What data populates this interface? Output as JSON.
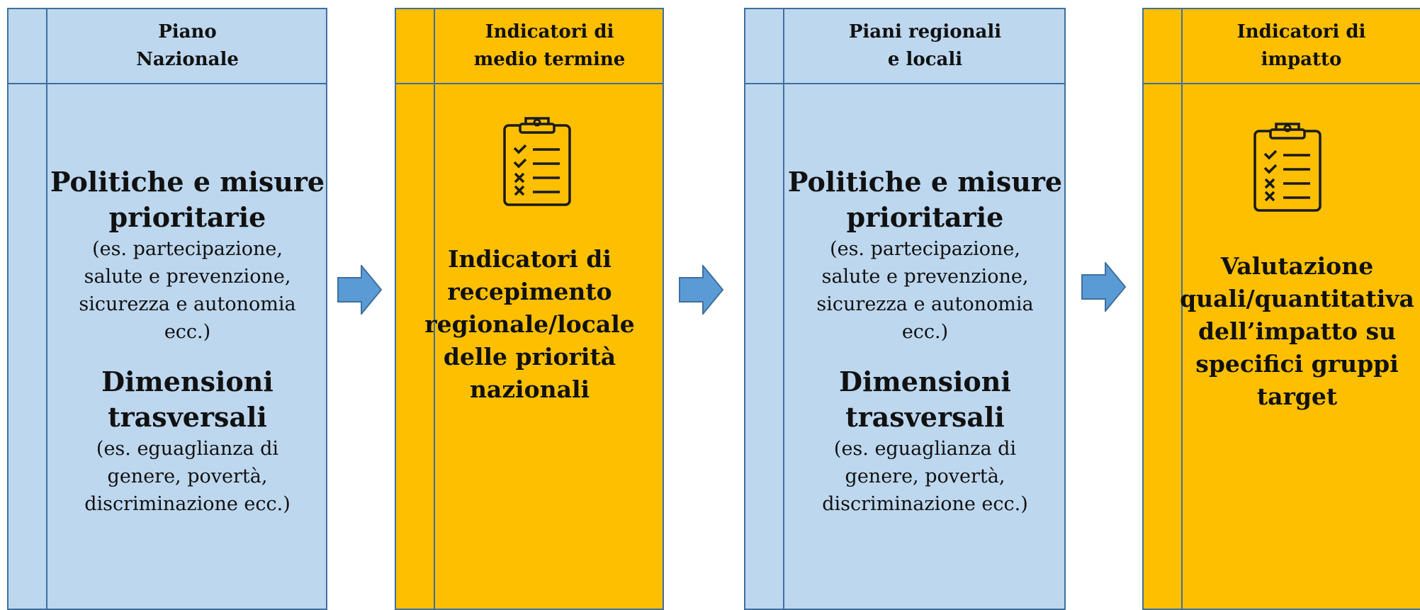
{
  "columns": [
    {
      "header": "Piano\nNazionale",
      "section1_title": "Politiche e misure\nprioritarie",
      "section1_desc": "(es. partecipazione,\nsalute e prevenzione,\nsicurezza e autonomia\necc.)",
      "section2_title": "Dimensioni\ntrasversali",
      "section2_desc": "(es. eguaglianza di\ngenere, povertà,\ndiscriminazione ecc.)"
    },
    {
      "header": "Indicatori di\nmedio termine",
      "icon": "checklist-clipboard-icon",
      "text": "Indicatori di\nrecepimento\nregionale/locale\ndelle priorità\nnazionali"
    },
    {
      "header": "Piani regionali\ne locali",
      "section1_title": "Politiche e misure\nprioritarie",
      "section1_desc": "(es. partecipazione,\nsalute e prevenzione,\nsicurezza e autonomia\necc.)",
      "section2_title": "Dimensioni\ntrasversali",
      "section2_desc": "(es. eguaglianza di\ngenere, povertà,\ndiscriminazione ecc.)"
    },
    {
      "header": "Indicatori di\nimpatto",
      "icon": "checklist-clipboard-icon",
      "text": "Valutazione\nquali/quantitativa\ndell’impatto su\nspecifici gruppi\ntarget"
    }
  ],
  "arrow_icon": "right-arrow-icon",
  "colors": {
    "blue_fill": "#bdd7ee",
    "gold_fill": "#fdbf00",
    "border": "#3f6f9e",
    "arrow_fill": "#5b9bd5"
  }
}
